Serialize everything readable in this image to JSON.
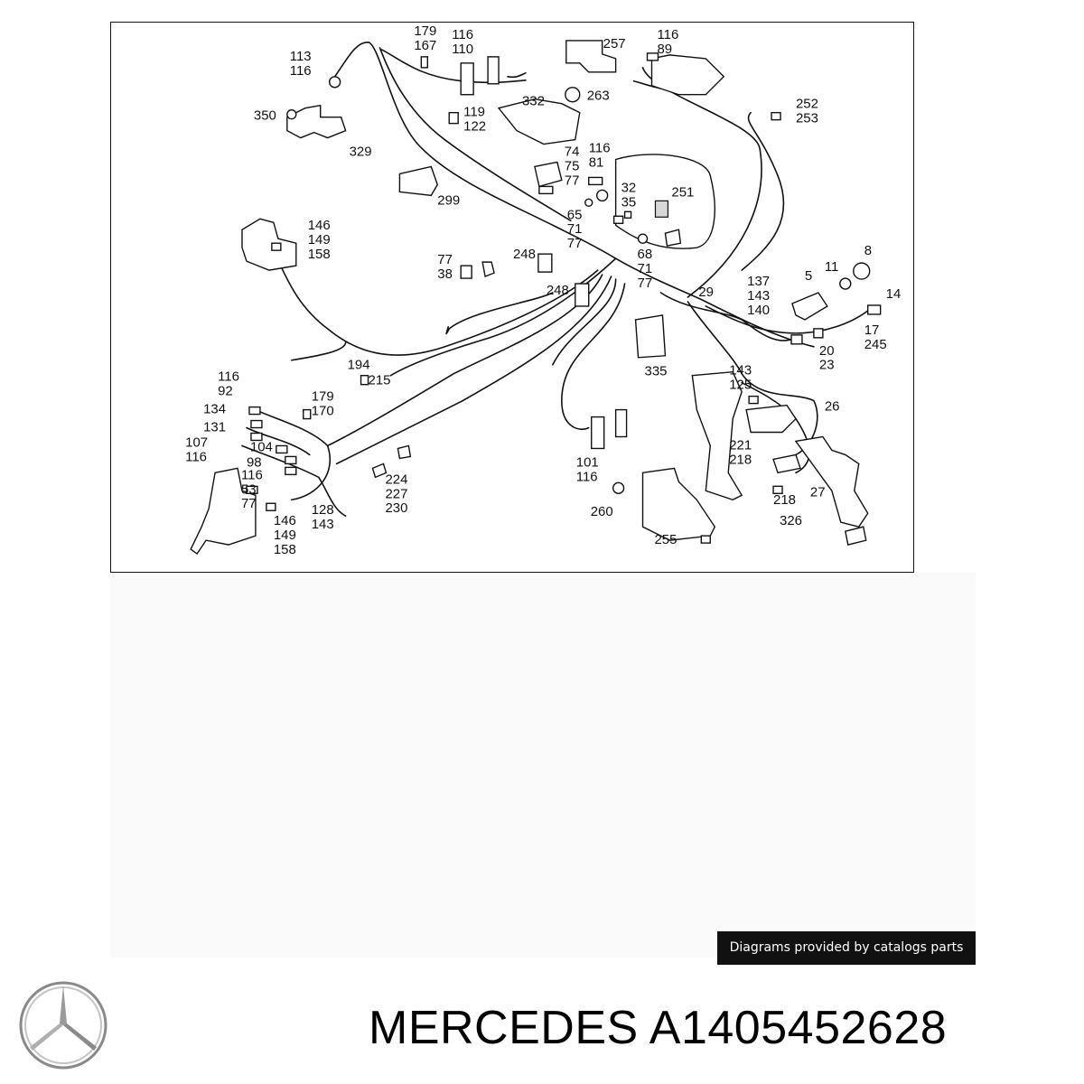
{
  "brand": {
    "logo_icon": "mercedes-star-icon",
    "title": "MERCEDES A1405452628"
  },
  "attribution": "Diagrams provided by catalogs parts",
  "diagram": {
    "labels": [
      {
        "id": "l-113-116",
        "lines": [
          "113",
          "116"
        ]
      },
      {
        "id": "l-179-167",
        "lines": [
          "179",
          "167"
        ]
      },
      {
        "id": "l-116-110",
        "lines": [
          "116",
          "110"
        ]
      },
      {
        "id": "l-257",
        "lines": [
          "257"
        ]
      },
      {
        "id": "l-116-89",
        "lines": [
          "116",
          "89"
        ]
      },
      {
        "id": "l-263",
        "lines": [
          "263"
        ]
      },
      {
        "id": "l-350",
        "lines": [
          "350"
        ]
      },
      {
        "id": "l-332",
        "lines": [
          "332"
        ]
      },
      {
        "id": "l-119-122",
        "lines": [
          "119",
          "122"
        ]
      },
      {
        "id": "l-252-253",
        "lines": [
          "252",
          "253"
        ]
      },
      {
        "id": "l-329",
        "lines": [
          "329"
        ]
      },
      {
        "id": "l-74-75-77",
        "lines": [
          "74",
          "75",
          "77"
        ]
      },
      {
        "id": "l-116-81",
        "lines": [
          "116",
          "81"
        ]
      },
      {
        "id": "l-299",
        "lines": [
          "299"
        ]
      },
      {
        "id": "l-32-35",
        "lines": [
          "32",
          "35"
        ]
      },
      {
        "id": "l-251",
        "lines": [
          "251"
        ]
      },
      {
        "id": "l-65-71-77",
        "lines": [
          "65",
          "71",
          "77"
        ]
      },
      {
        "id": "l-146-149-158-top",
        "lines": [
          "146",
          "149",
          "158"
        ]
      },
      {
        "id": "l-8",
        "lines": [
          "8"
        ]
      },
      {
        "id": "l-11",
        "lines": [
          "11"
        ]
      },
      {
        "id": "l-5",
        "lines": [
          "5"
        ]
      },
      {
        "id": "l-77-38",
        "lines": [
          "77",
          "38"
        ]
      },
      {
        "id": "l-248a",
        "lines": [
          "248"
        ]
      },
      {
        "id": "l-68-71-77",
        "lines": [
          "68",
          "71",
          "77"
        ]
      },
      {
        "id": "l-137-143-140",
        "lines": [
          "137",
          "143",
          "140"
        ]
      },
      {
        "id": "l-14",
        "lines": [
          "14"
        ]
      },
      {
        "id": "l-248b",
        "lines": [
          "248"
        ]
      },
      {
        "id": "l-29",
        "lines": [
          "29"
        ]
      },
      {
        "id": "l-17-245",
        "lines": [
          "17",
          "245"
        ]
      },
      {
        "id": "l-20-23",
        "lines": [
          "20",
          "23"
        ]
      },
      {
        "id": "l-194",
        "lines": [
          "194"
        ]
      },
      {
        "id": "l-215",
        "lines": [
          "215"
        ]
      },
      {
        "id": "l-335",
        "lines": [
          "335"
        ]
      },
      {
        "id": "l-143-125",
        "lines": [
          "143",
          "125"
        ]
      },
      {
        "id": "l-116-92",
        "lines": [
          "116",
          "92"
        ]
      },
      {
        "id": "l-179-170",
        "lines": [
          "179",
          "170"
        ]
      },
      {
        "id": "l-26",
        "lines": [
          "26"
        ]
      },
      {
        "id": "l-134",
        "lines": [
          "134"
        ]
      },
      {
        "id": "l-131",
        "lines": [
          "131"
        ]
      },
      {
        "id": "l-107-116",
        "lines": [
          "107",
          "116"
        ]
      },
      {
        "id": "l-104",
        "lines": [
          "104"
        ]
      },
      {
        "id": "l-98",
        "lines": [
          "98"
        ]
      },
      {
        "id": "l-116-53-77",
        "lines": [
          "116",
          "53",
          "77"
        ]
      },
      {
        "id": "l-221-218",
        "lines": [
          "221",
          "218"
        ]
      },
      {
        "id": "l-224-227-230",
        "lines": [
          "224",
          "227",
          "230"
        ]
      },
      {
        "id": "l-101-116",
        "lines": [
          "101",
          "116"
        ]
      },
      {
        "id": "l-27",
        "lines": [
          "27"
        ]
      },
      {
        "id": "l-218",
        "lines": [
          "218"
        ]
      },
      {
        "id": "l-128-143",
        "lines": [
          "128",
          "143"
        ]
      },
      {
        "id": "l-146-149-158-bottom",
        "lines": [
          "146",
          "149",
          "158"
        ]
      },
      {
        "id": "l-260",
        "lines": [
          "260"
        ]
      },
      {
        "id": "l-326",
        "lines": [
          "326"
        ]
      },
      {
        "id": "l-255",
        "lines": [
          "255"
        ]
      }
    ]
  }
}
